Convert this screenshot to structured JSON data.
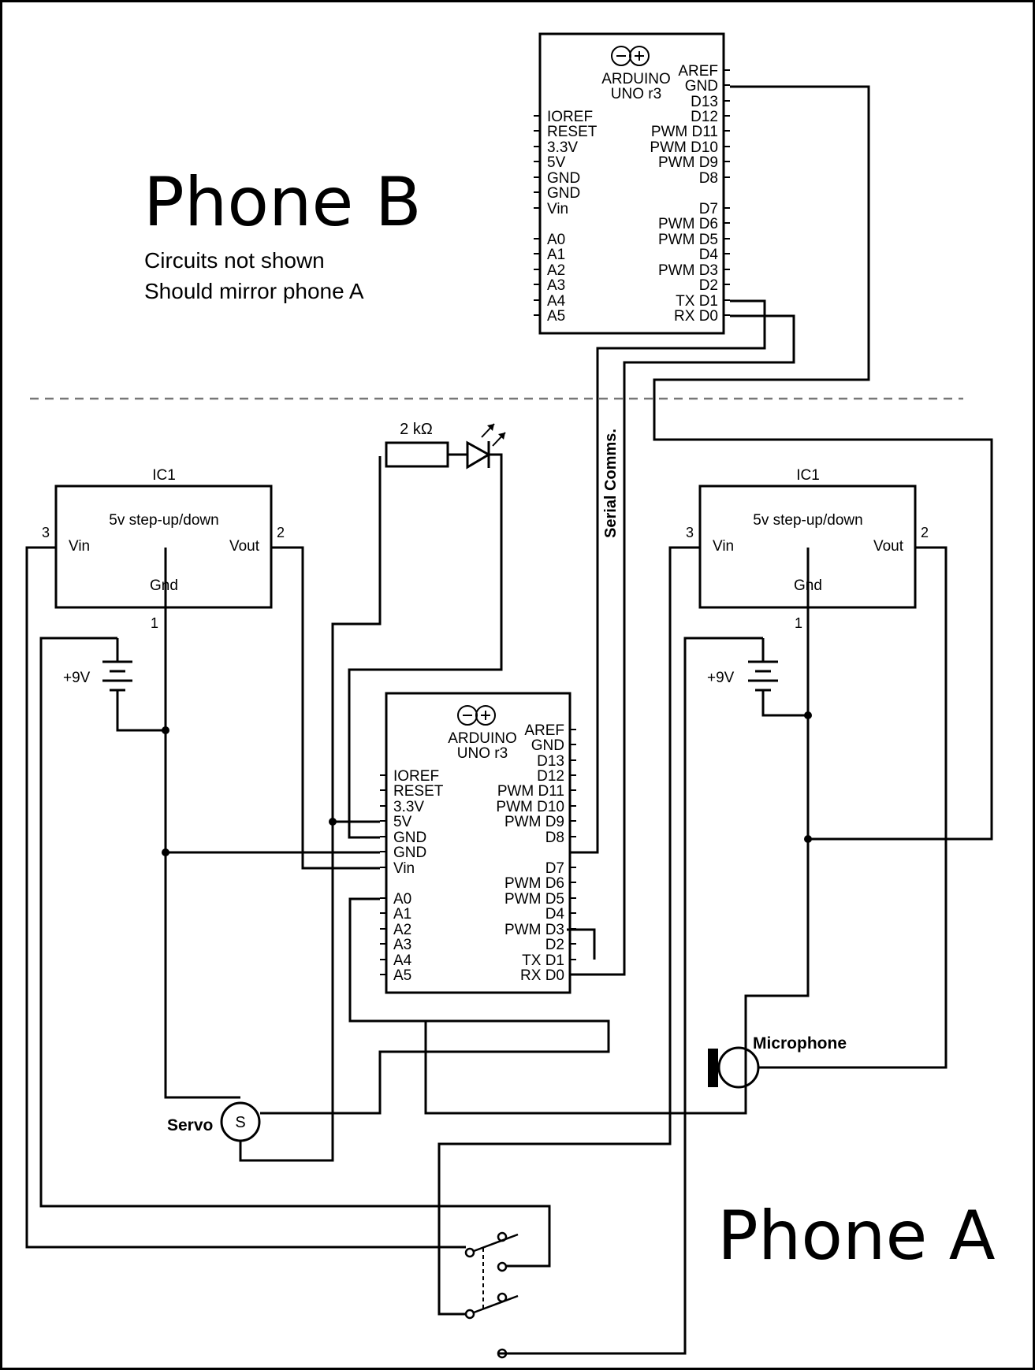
{
  "phone_b": {
    "title": "Phone B",
    "note_line1": "Circuits not shown",
    "note_line2": "Should mirror phone A"
  },
  "phone_a": {
    "title": "Phone A"
  },
  "arduino": {
    "brand": "ARDUINO",
    "model": "UNO r3",
    "logo_glyphs": "−+",
    "left_pins_top": [
      "IOREF",
      "RESET",
      "3.3V",
      "5V",
      "GND",
      "GND",
      "Vin"
    ],
    "left_pins_bottom": [
      "A0",
      "A1",
      "A2",
      "A3",
      "A4",
      "A5"
    ],
    "right_pins": [
      "AREF",
      "GND",
      "D13",
      "D12",
      "PWM D11",
      "PWM D10",
      "PWM D9",
      "D8",
      "D7",
      "PWM D6",
      "PWM D5",
      "D4",
      "PWM D3",
      "D2",
      "TX D1",
      "RX D0"
    ]
  },
  "regulator": {
    "ref": "IC1",
    "desc": "5v step-up/down",
    "vin": "Vin",
    "vout": "Vout",
    "gnd": "Gnd",
    "pin_vin": "3",
    "pin_vout": "2",
    "pin_gnd": "1"
  },
  "battery_label": "+9V",
  "resistor_label": "2 kΩ",
  "serial_label": "Serial Comms.",
  "servo": {
    "label": "Servo",
    "symbol": "S"
  },
  "microphone_label": "Microphone",
  "icons": {
    "arduino_logo": "arduino-logo-icon",
    "led": "led-icon",
    "resistor": "resistor-icon",
    "battery": "battery-icon",
    "servo": "servo-icon",
    "microphone": "microphone-icon",
    "switch": "dpdt-switch-icon"
  }
}
